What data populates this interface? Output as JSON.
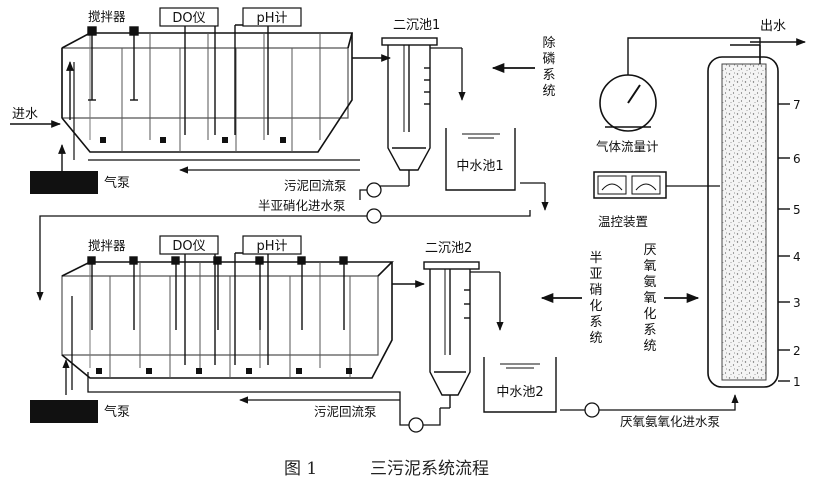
{
  "labels": {
    "stirrer_top": "搅拌器",
    "do_top": "DO仪",
    "ph_top": "pH计",
    "stirrer_bottom": "搅拌器",
    "do_bottom": "DO仪",
    "ph_bottom": "pH计",
    "influent": "进水",
    "air_pump_top": "气泵",
    "air_pump_bottom": "气泵",
    "clarifier1": "二沉池1",
    "clarifier2": "二沉池2",
    "tank1": "中水池1",
    "tank2": "中水池2",
    "sludge_return_top": "污泥回流泵",
    "sludge_return_bottom": "污泥回流泵",
    "partial_nitrification_pump": "半亚硝化进水泵",
    "phosphorus_removal": [
      "除",
      "磷",
      "系",
      "统"
    ],
    "partial_nitrification_system": [
      "半",
      "亚",
      "硝",
      "化",
      "系",
      "统"
    ],
    "anammox_system": [
      "厌",
      "氧",
      "氨",
      "氧",
      "化",
      "系",
      "统"
    ],
    "effluent": "出水",
    "gas_meter": "气体流量计",
    "temp_control": "温控装置",
    "anammox_pump": "厌氧氨氧化进水泵",
    "ports": [
      "7",
      "6",
      "5",
      "4",
      "3",
      "2",
      "1"
    ]
  },
  "caption": {
    "number": "图 1",
    "title": "三污泥系统流程"
  }
}
